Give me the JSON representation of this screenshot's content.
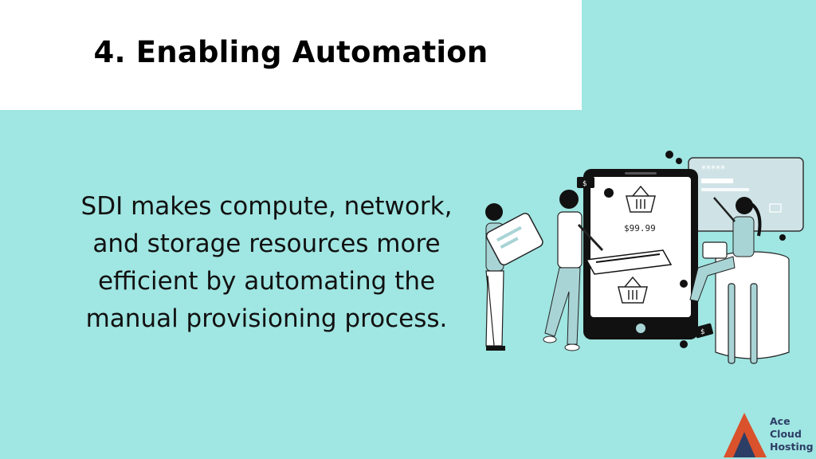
{
  "slide": {
    "title": "4. Enabling Automation",
    "body": "SDI makes compute, network, and storage resources more efficient by automating the manual provisioning process."
  },
  "illustration": {
    "price": "$99.99",
    "password_mask": "*****",
    "dollar_sign": "$"
  },
  "logo": {
    "line1": "Ace",
    "line2": "Cloud",
    "line3": "Hosting",
    "colors": {
      "mark": "#d9522c",
      "text": "#2d3e66"
    }
  },
  "colors": {
    "background": "#a0e6e2",
    "title_box": "#ffffff",
    "accent_teal": "#a9d4d6"
  }
}
